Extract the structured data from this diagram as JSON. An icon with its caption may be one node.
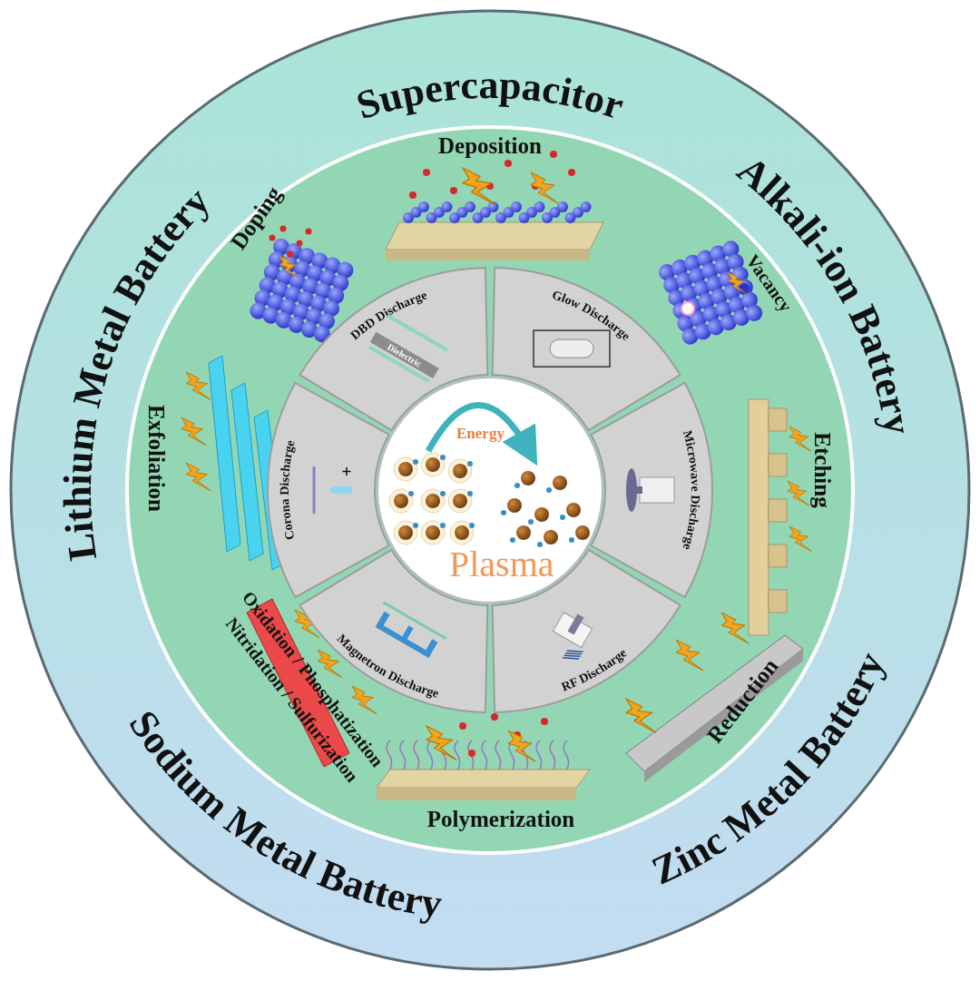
{
  "diagram": {
    "nodes": [
      {
        "text": [
          "Energy",
          "Plasma"
        ]
      },
      {
        "text": [
          "Glow Discharge"
        ]
      },
      {
        "text": [
          "Microwave Discharge"
        ]
      },
      {
        "text": [
          "RF Discharge"
        ]
      },
      {
        "text": [
          "Magnetron Discharge"
        ]
      },
      {
        "text": [
          "Corona Discharge"
        ]
      },
      {
        "text": [
          "DBD Discharge",
          "Dielectric"
        ]
      }
    ],
    "labels": [
      "Supercapacitor",
      "Lithium Metal Battery",
      "Alkali-ion Battery",
      "Deposition",
      "Doping",
      "Vacancy",
      "Exfoliation",
      "Etching",
      "Oxidation / Phosphatization",
      "Nitridation / Sulfurization",
      "Reduction",
      "Polymerization",
      "Sodium Metal Battery",
      "Zinc Metal Battery"
    ]
  }
}
